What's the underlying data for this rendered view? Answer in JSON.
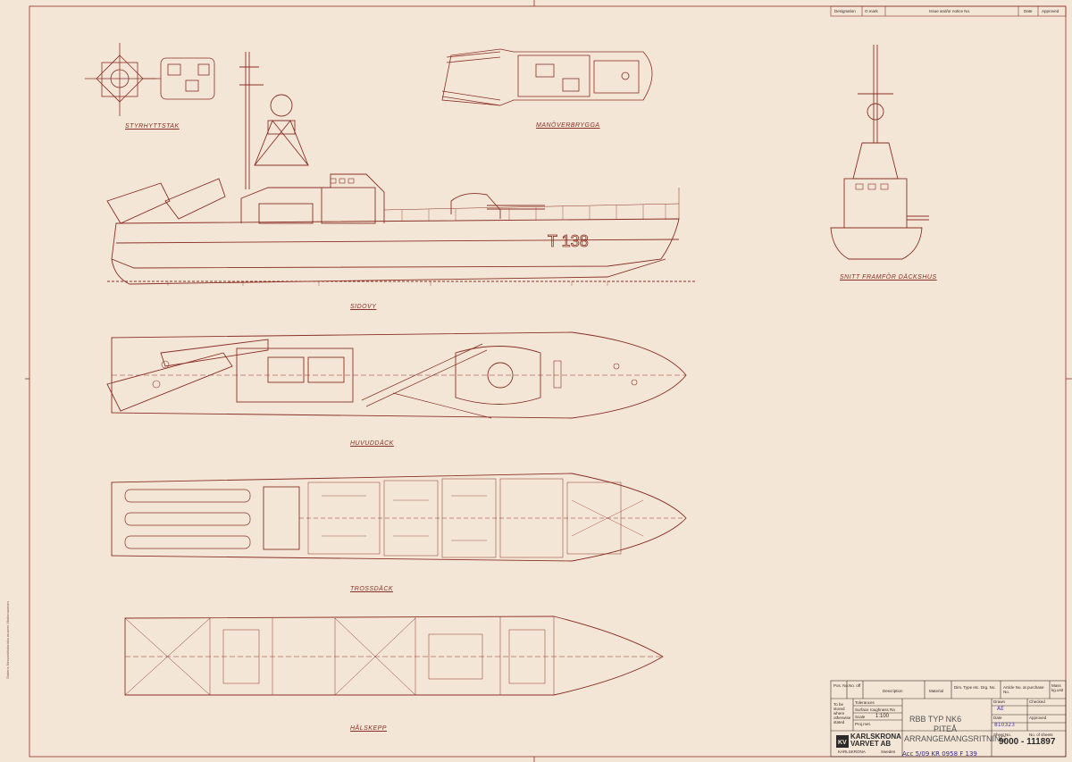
{
  "revision_header": {
    "designation": "Designation",
    "o_mark": "O.mark",
    "issue": "Issue and/or notice No.",
    "date": "Date",
    "approved": "Approved"
  },
  "views": {
    "styrhytt": "STYRHYTTSTAK",
    "manoverbrygga": "MANÖVERBRYGGA",
    "sidovy": "SIDOVY",
    "snitt": "SNITT FRAMFÖR DÄCKSHUS",
    "huvuddack": "HUVUDDÄCK",
    "trossdack": "TROSSDÄCK",
    "halskepp": "HÅLSKEPP"
  },
  "hull_marking": "T 138",
  "title_block": {
    "pos_no": "Pos. No.",
    "no_off": "No. off",
    "description": "Description",
    "material": "Material",
    "dim": "Dim. Type etc. Drg. No.",
    "article": "Article No. at purchase No.",
    "mass": "Mass kg.unit",
    "to_be_stored": "To be stored where otherwise stated",
    "tolerances": "Tolerances",
    "surface": "Surface roughness Ra",
    "scale_label": "Scale",
    "scale_value": "1:100",
    "proj_label": "Proj.met.",
    "drawn": "Drawn",
    "drawn_value": "AE",
    "checked": "Checked",
    "date_label": "Date",
    "date_value": "810323",
    "approved_label": "Approved",
    "sheet_no": "Sheet No.",
    "no_sheets": "No. of sheets",
    "vessel_type": "RBB TYP NK6",
    "vessel_name": "PITEÅ",
    "drawing_title": "ARRANGEMANGSRITNING",
    "drawing_number": "9000 - 111897",
    "company_line1": "KARLSKRONA",
    "company_line2": "VARVET AB",
    "company_city": "KARLSKRONA",
    "company_country": "Sweden"
  },
  "archive_note": "Acc 5/09  KR 0958  F 139",
  "side_margin_text": "Statens försvarshistoriska museer Marinmuseum"
}
